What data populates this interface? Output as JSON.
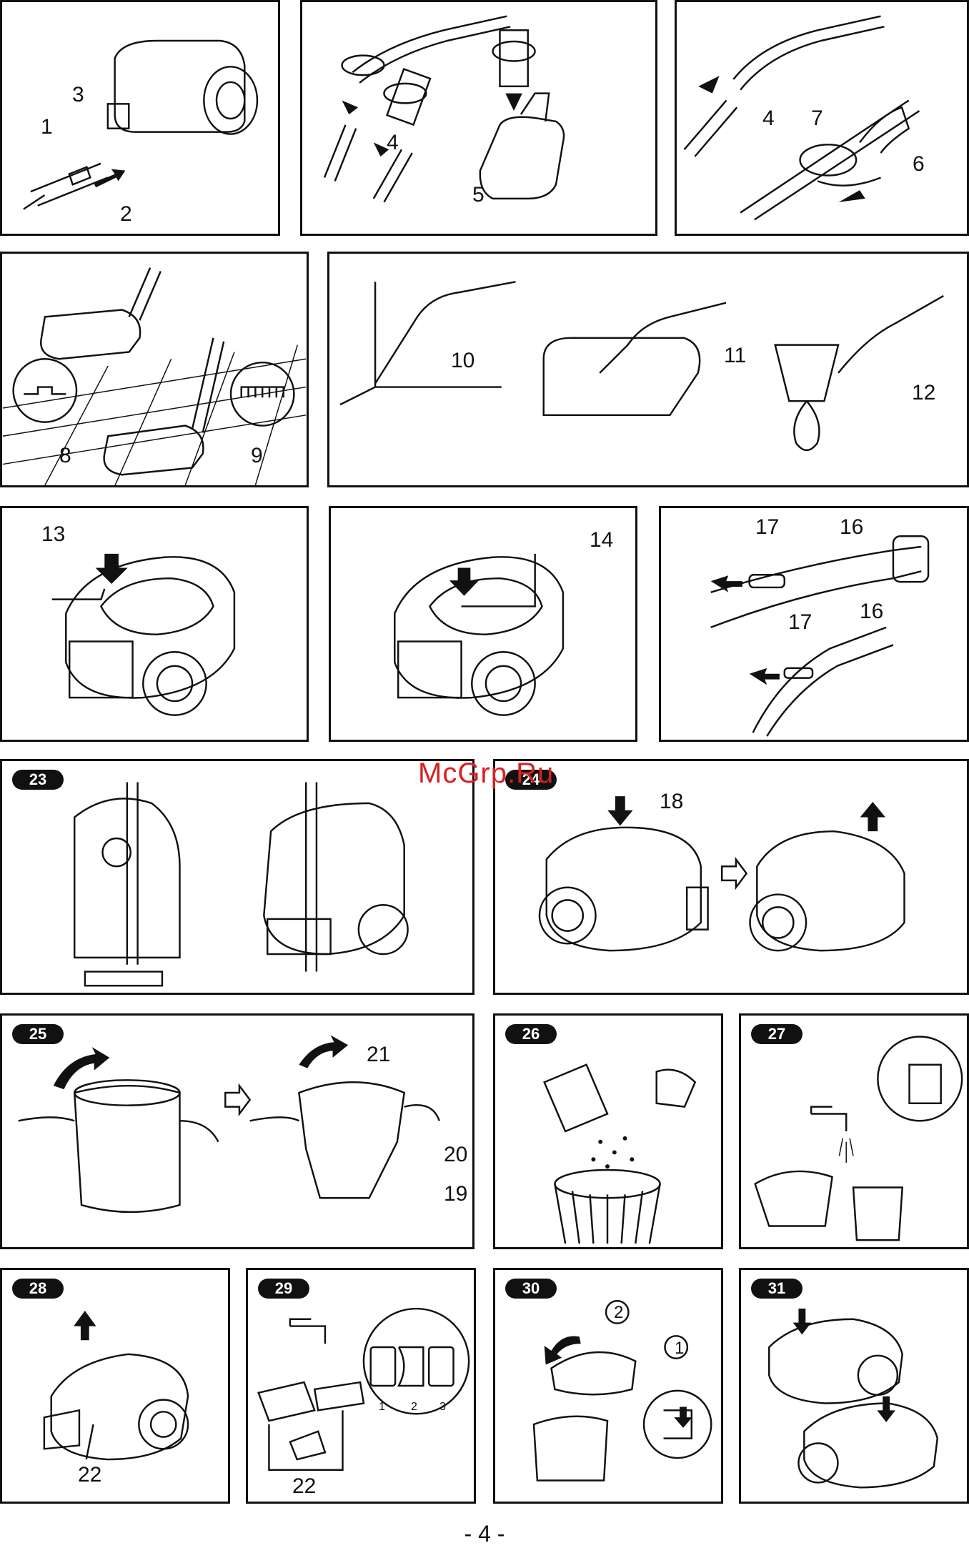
{
  "watermark": "McGrp.Ru",
  "page_number": "- 4 -",
  "panels": {
    "p1": {
      "labels": [
        "1",
        "3",
        "2"
      ]
    },
    "p2": {
      "labels": [
        "4",
        "5"
      ]
    },
    "p3": {
      "labels": [
        "4",
        "7",
        "6"
      ]
    },
    "p4": {
      "labels": [
        "8",
        "9"
      ]
    },
    "p5": {
      "labels": [
        "10",
        "11",
        "12"
      ]
    },
    "p6": {
      "labels": [
        "13"
      ]
    },
    "p7": {
      "labels": [
        "14"
      ]
    },
    "p8": {
      "labels": [
        "17",
        "16",
        "17",
        "16"
      ]
    },
    "p23": {
      "badge": "23"
    },
    "p24": {
      "badge": "24",
      "labels": [
        "18"
      ]
    },
    "p25": {
      "badge": "25",
      "labels": [
        "21",
        "20",
        "19"
      ]
    },
    "p26": {
      "badge": "26"
    },
    "p27": {
      "badge": "27"
    },
    "p28": {
      "badge": "28",
      "labels": [
        "22"
      ]
    },
    "p29": {
      "badge": "29",
      "labels": [
        "22",
        "1",
        "2",
        "3"
      ]
    },
    "p30": {
      "badge": "30",
      "labels": [
        "2",
        "1"
      ]
    },
    "p31": {
      "badge": "31"
    }
  }
}
